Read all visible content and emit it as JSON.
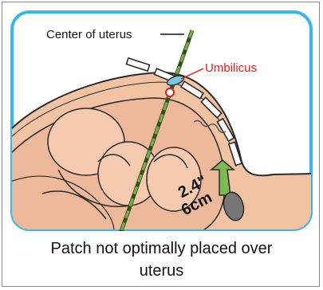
{
  "labels": {
    "center_of_uterus": "Center of uterus",
    "umbilicus": "Umbilicus",
    "distance_in": "2.4\"",
    "distance_cm": "6cm"
  },
  "caption": {
    "line1": "Patch not optimally placed over",
    "line2": "uterus"
  },
  "colors": {
    "frame_border": "#3bb6e6",
    "belly_fill": "#f2c3a3",
    "guide_line": "#7aa84a",
    "umbilicus_label": "#e0201f",
    "arrow": "#7dbb52",
    "sensor": "#777777"
  }
}
